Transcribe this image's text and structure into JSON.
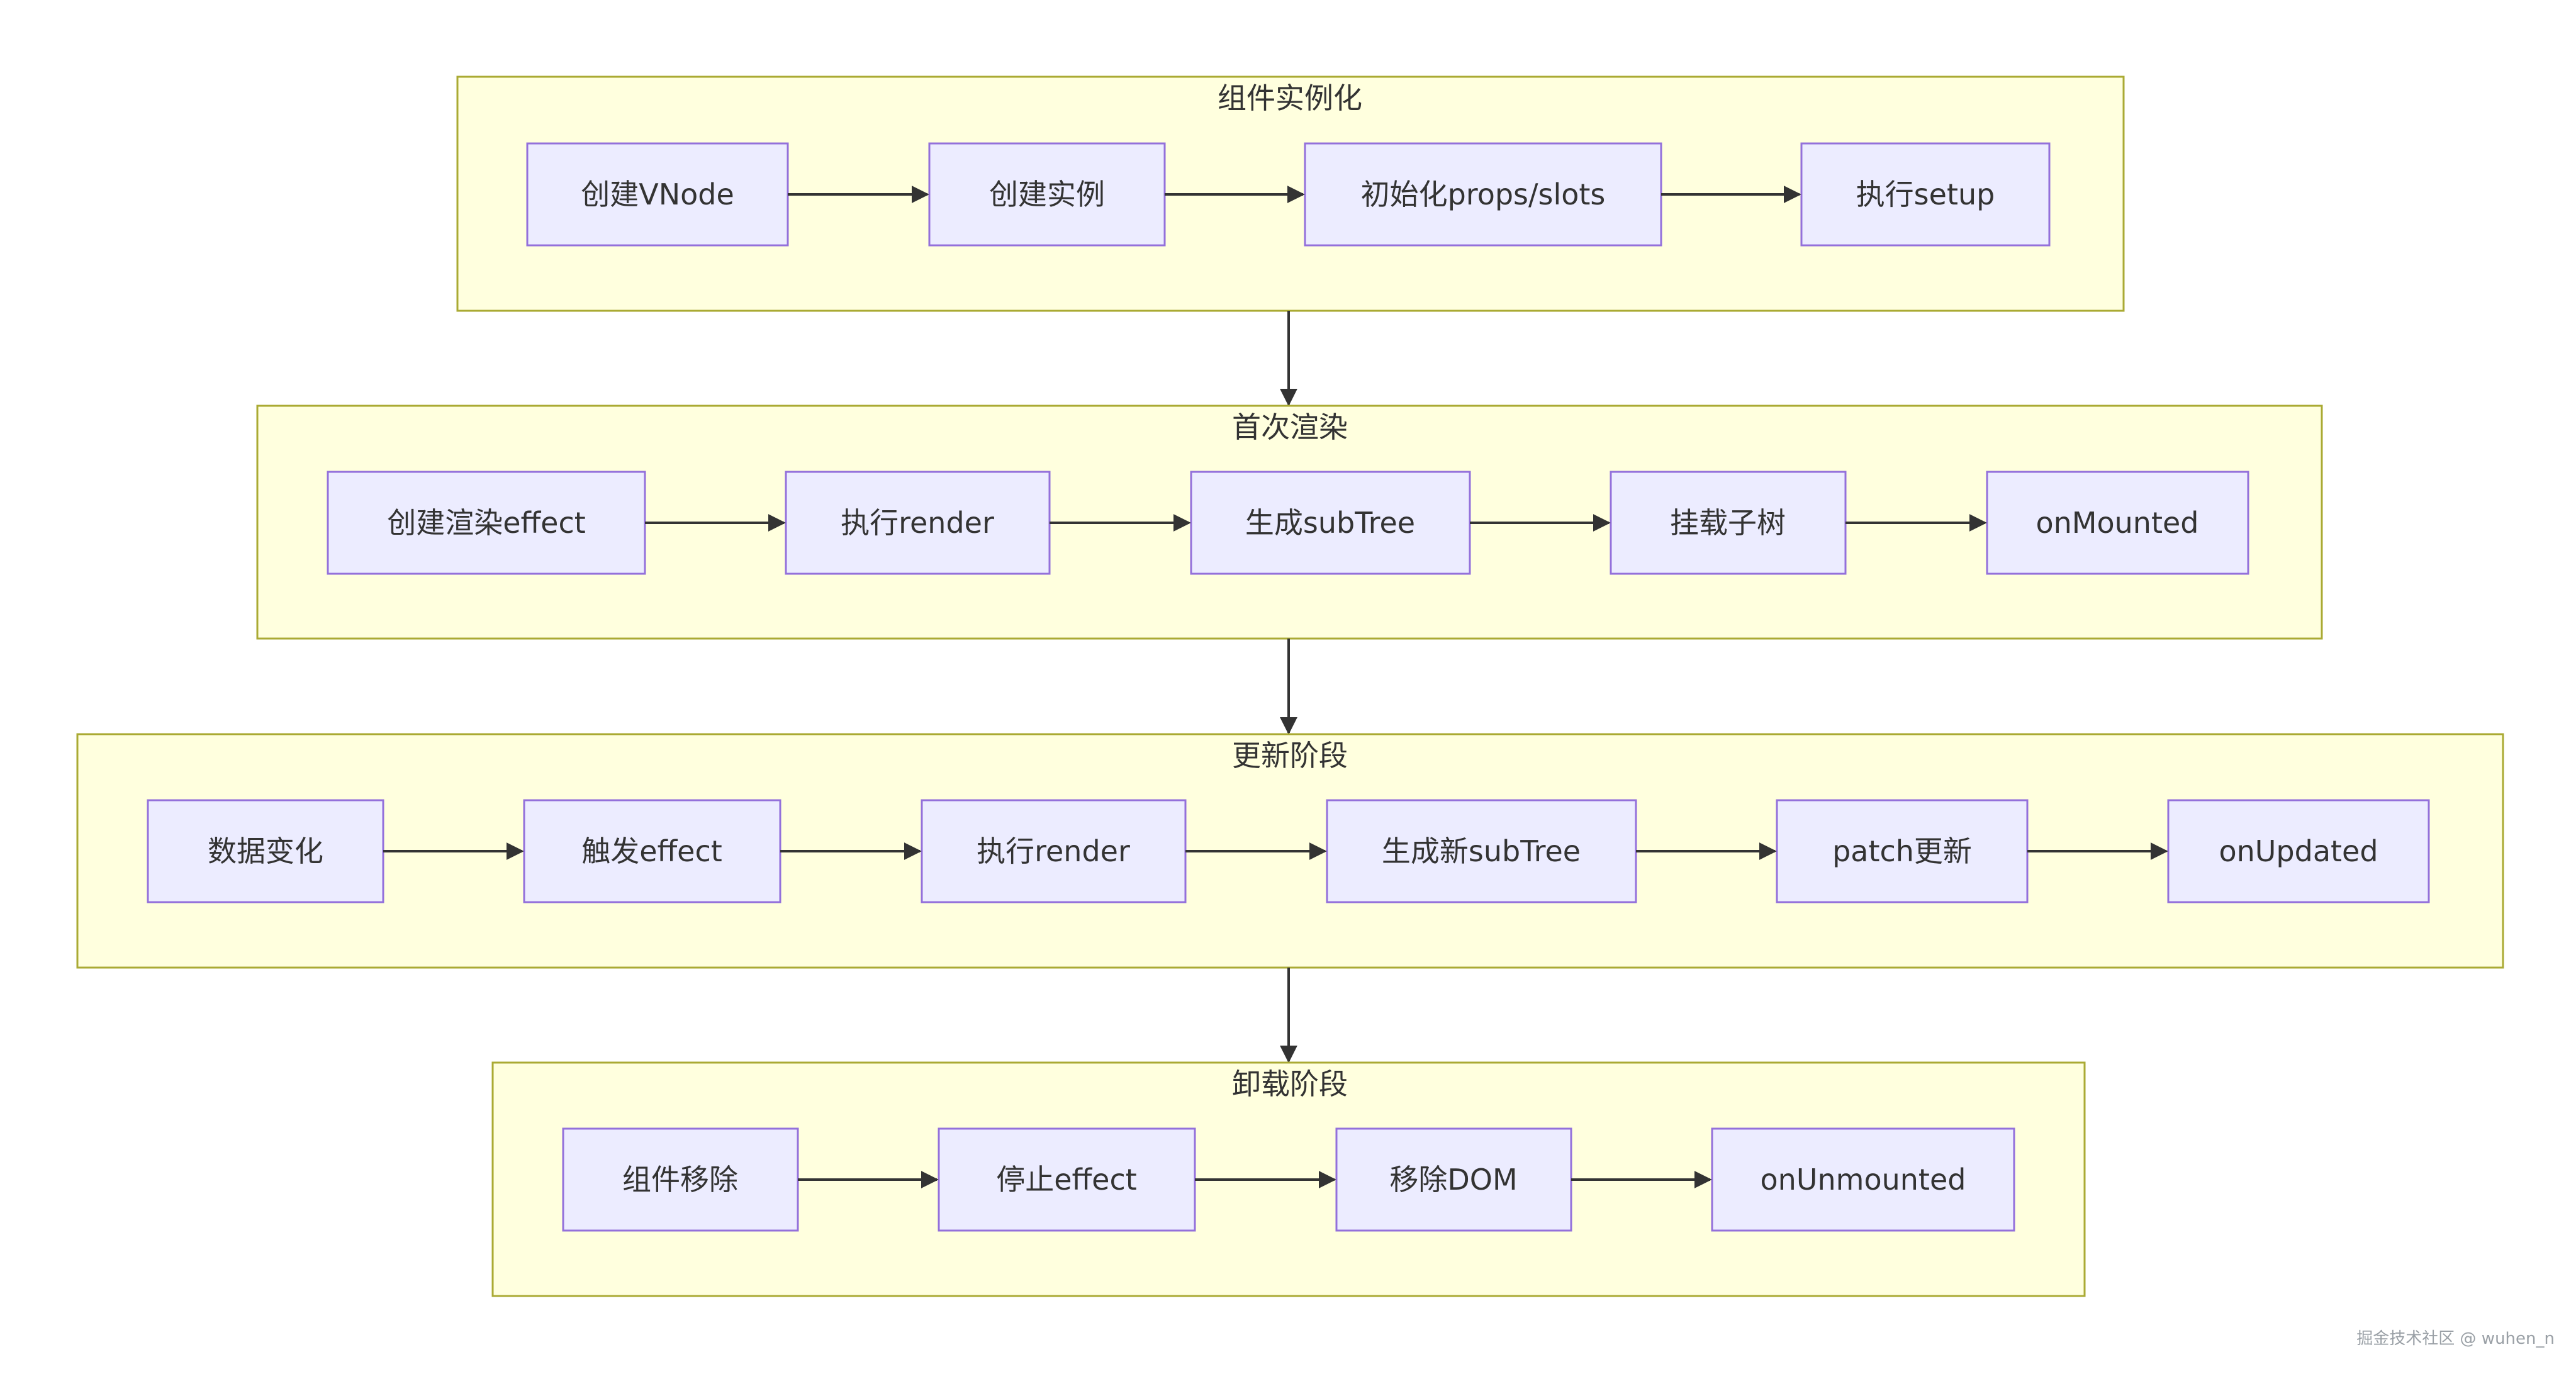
{
  "colors": {
    "group_fill": "#ffffde",
    "group_stroke": "#aaaa33",
    "node_fill": "#ececff",
    "node_stroke": "#9370db",
    "edge": "#333333",
    "text": "#333333"
  },
  "groups": [
    {
      "id": "instantiate",
      "title": "组件实例化",
      "nodes": [
        "创建VNode",
        "创建实例",
        "初始化props/slots",
        "执行setup"
      ]
    },
    {
      "id": "first-render",
      "title": "首次渲染",
      "nodes": [
        "创建渲染effect",
        "执行render",
        "生成subTree",
        "挂载子树",
        "onMounted"
      ]
    },
    {
      "id": "update",
      "title": "更新阶段",
      "nodes": [
        "数据变化",
        "触发effect",
        "执行render",
        "生成新subTree",
        "patch更新",
        "onUpdated"
      ]
    },
    {
      "id": "unmount",
      "title": "卸载阶段",
      "nodes": [
        "组件移除",
        "停止effect",
        "移除DOM",
        "onUnmounted"
      ]
    }
  ],
  "watermark": "掘金技术社区 @ wuhen_n"
}
